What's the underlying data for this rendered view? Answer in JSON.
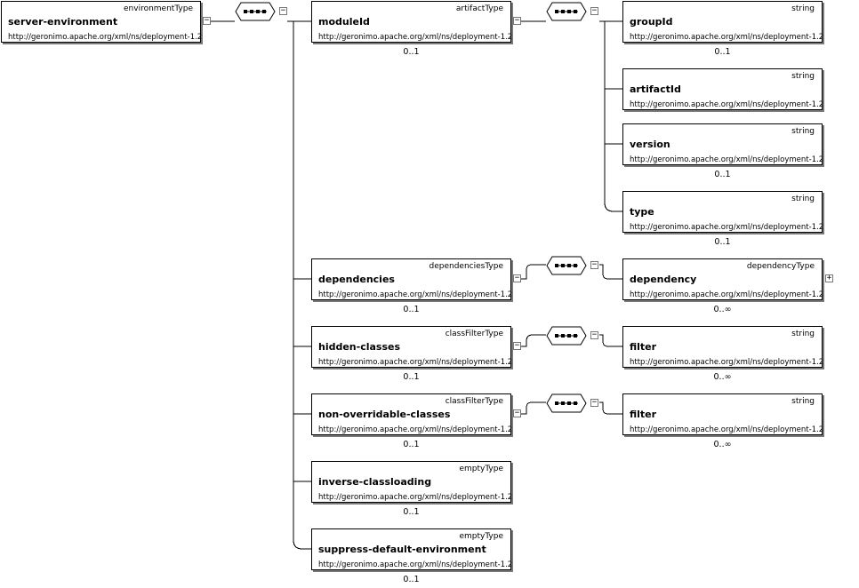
{
  "namespace": "http://geronimo.apache.org/xml/ns/deployment-1.2",
  "root": {
    "name": "server-environment",
    "type": "environmentType"
  },
  "elements": [
    {
      "id": "moduleId",
      "name": "moduleId",
      "type": "artifactType",
      "cardinality": "0..1"
    },
    {
      "id": "groupId",
      "name": "groupId",
      "type": "string",
      "cardinality": "0..1"
    },
    {
      "id": "artifactId",
      "name": "artifactId",
      "type": "string",
      "cardinality": ""
    },
    {
      "id": "version",
      "name": "version",
      "type": "string",
      "cardinality": "0..1"
    },
    {
      "id": "type",
      "name": "type",
      "type": "string",
      "cardinality": "0..1"
    },
    {
      "id": "dependencies",
      "name": "dependencies",
      "type": "dependenciesType",
      "cardinality": "0..1"
    },
    {
      "id": "dependency",
      "name": "dependency",
      "type": "dependencyType",
      "cardinality": "0..∞"
    },
    {
      "id": "hidden-classes",
      "name": "hidden-classes",
      "type": "classFilterType",
      "cardinality": "0..1"
    },
    {
      "id": "filter-hidden",
      "name": "filter",
      "type": "string",
      "cardinality": "0..∞"
    },
    {
      "id": "non-overridable-classes",
      "name": "non-overridable-classes",
      "type": "classFilterType",
      "cardinality": "0..1"
    },
    {
      "id": "filter-nonoverridable",
      "name": "filter",
      "type": "string",
      "cardinality": "0..∞"
    },
    {
      "id": "inverse-classloading",
      "name": "inverse-classloading",
      "type": "emptyType",
      "cardinality": "0..1"
    },
    {
      "id": "suppress-default-environment",
      "name": "suppress-default-environment",
      "type": "emptyType",
      "cardinality": "0..1"
    }
  ],
  "toggles": {
    "collapse": "−",
    "expand": "+"
  }
}
